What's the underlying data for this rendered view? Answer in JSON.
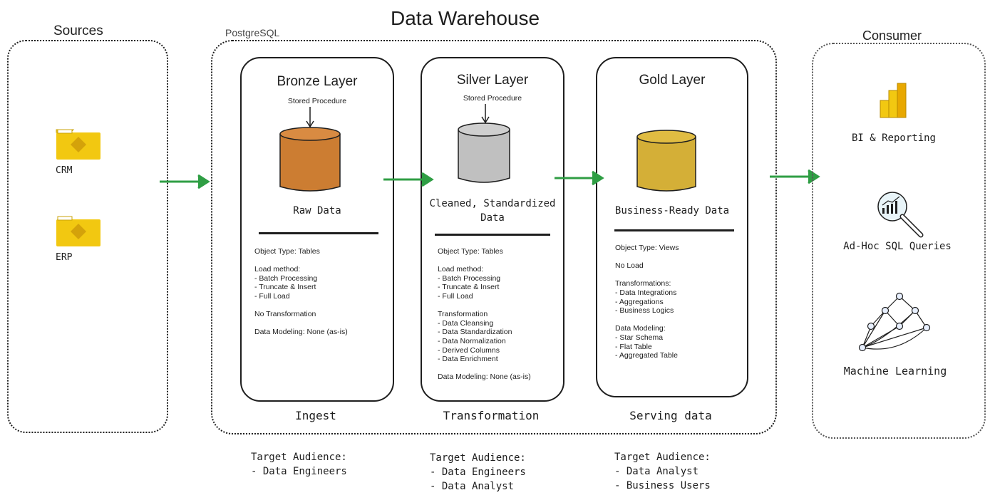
{
  "title": "Data Warehouse",
  "sources": {
    "title": "Sources",
    "items": [
      {
        "label": "CRM",
        "icon": "folder-icon"
      },
      {
        "label": "ERP",
        "icon": "folder-icon"
      }
    ]
  },
  "warehouse": {
    "platform": "PostgreSQL",
    "layers": [
      {
        "title": "Bronze Layer",
        "procedure": "Stored Procedure",
        "color": "#CC7D32",
        "description": "Raw Data",
        "details": "Object Type: Tables\n\nLoad method:\n- Batch Processing\n- Truncate & Insert\n- Full Load\n\nNo Transformation\n\nData Modeling: None (as-is)",
        "footer": "Ingest",
        "audience": "Target Audience:\n- Data Engineers"
      },
      {
        "title": "Silver Layer",
        "procedure": "Stored Procedure",
        "color": "#C0C0C0",
        "description": "Cleaned, Standardized Data",
        "details": "Object Type: Tables\n\nLoad method:\n- Batch Processing\n- Truncate & Insert\n- Full Load\n\nTransformation\n- Data Cleansing\n- Data Standardization\n- Data Normalization\n- Derived Columns\n- Data Enrichment\n\nData Modeling: None (as-is)",
        "footer": "Transformation",
        "audience": "Target Audience:\n- Data Engineers\n- Data Analyst"
      },
      {
        "title": "Gold Layer",
        "procedure": "",
        "color": "#D4AF37",
        "description": "Business-Ready Data",
        "details": "Object Type: Views\n\nNo Load\n\nTransformations:\n- Data Integrations\n- Aggregations\n- Business Logics\n\nData Modeling:\n- Star Schema\n- Flat Table\n- Aggregated Table",
        "footer": "Serving data",
        "audience": "Target Audience:\n- Data Analyst\n- Business Users"
      }
    ]
  },
  "consumer": {
    "title": "Consumer",
    "items": [
      {
        "label": "BI & Reporting",
        "icon": "bar-chart-icon"
      },
      {
        "label": "Ad-Hoc SQL Queries",
        "icon": "magnifier-chart-icon"
      },
      {
        "label": "Machine Learning",
        "icon": "neural-network-icon"
      }
    ]
  },
  "colors": {
    "arrow": "#2F9E44",
    "folder": "#F2C811",
    "folder_diamond": "#D4A20A"
  }
}
